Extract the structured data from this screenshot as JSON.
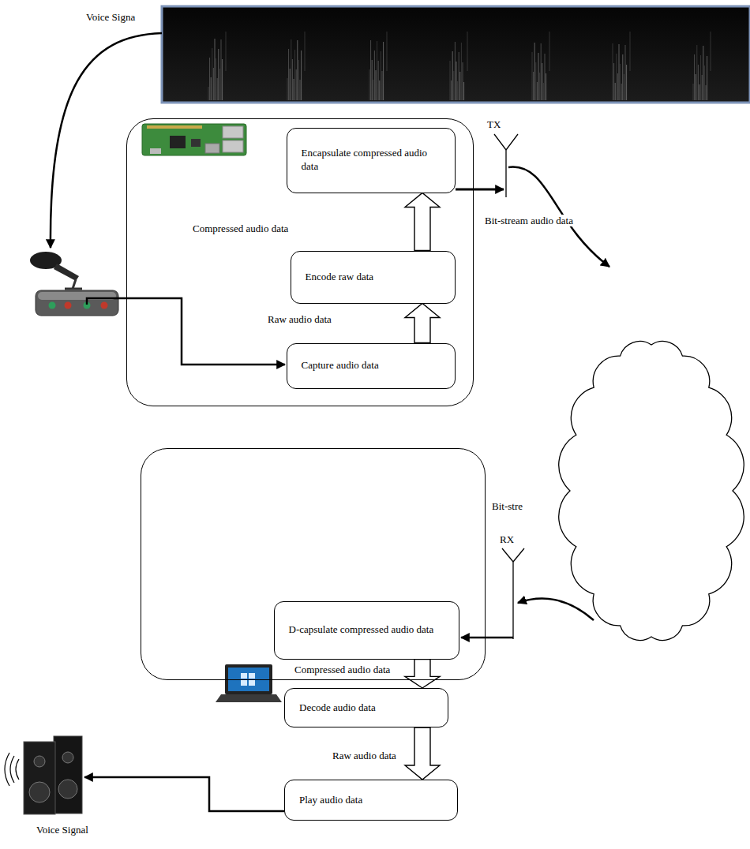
{
  "diagram": {
    "nodes": [
      {
        "text": []
      },
      {
        "text": [
          "Encapsulate compressed audio data"
        ],
        "in": 0
      },
      {
        "text": [
          "Encode raw data"
        ],
        "in": 0
      },
      {
        "text": [
          "Capture audio data"
        ],
        "in": 0
      },
      {
        "text": []
      },
      {
        "text": [
          "D-capsulate compressed audio data"
        ],
        "in": 4
      },
      {
        "text": [
          "Decode audio data"
        ]
      },
      {
        "text": [
          "Play audio data"
        ]
      }
    ],
    "edges": [
      {
        "from": 3,
        "to": 2,
        "arrow": "to"
      },
      {
        "from": 2,
        "to": 1,
        "arrow": "to"
      },
      {
        "from": 5,
        "to": 6,
        "arrow": "to"
      },
      {
        "from": 6,
        "to": 7,
        "arrow": "to"
      }
    ],
    "labels": [
      "Voice Signa",
      "TX",
      "Bit-stream audio data",
      "Compressed audio data",
      "Raw audio data",
      "Bit-stre",
      "RX",
      "Compressed audio data",
      "Raw audio data",
      "Voice Signal"
    ]
  }
}
